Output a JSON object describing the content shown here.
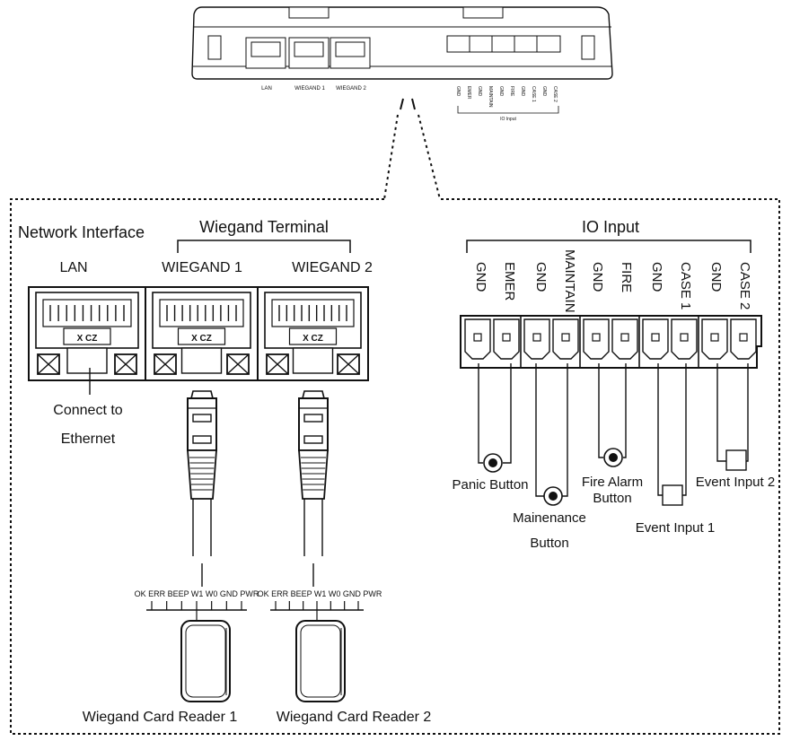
{
  "device": {
    "port_labels": [
      "LAN",
      "WIEGAND 1",
      "WIEGAND 2"
    ],
    "io_group_label": "IO Input",
    "io_pin_labels": [
      "GND",
      "EMER",
      "GND",
      "MAINTAIN",
      "GND",
      "FIRE",
      "GND",
      "CASE 1",
      "GND",
      "CASE 2"
    ]
  },
  "left": {
    "network_interface": "Network Interface",
    "wiegand_terminal": "Wiegand Terminal",
    "lan": "LAN",
    "wiegand1": "WIEGAND 1",
    "wiegand2": "WIEGAND 2",
    "connect_line1": "Connect to",
    "connect_line2": "Ethernet",
    "pins1": "OK ERR BEEP W1 W0 GND PWR",
    "pins2": "OK ERR BEEP W1 W0 GND PWR",
    "reader1": "Wiegand Card Reader 1",
    "reader2": "Wiegand Card Reader 2"
  },
  "right": {
    "io_input": "IO Input",
    "pins": [
      "GND",
      "EMER",
      "GND",
      "MAINTAIN",
      "GND",
      "FIRE",
      "GND",
      "CASE 1",
      "GND",
      "CASE 2"
    ],
    "panic_button": "Panic Button",
    "maintenance_line1": "Mainenance",
    "maintenance_line2": "Button",
    "fire_line1": "Fire Alarm",
    "fire_line2": "Button",
    "event1": "Event Input 1",
    "event2": "Event Input 2"
  }
}
